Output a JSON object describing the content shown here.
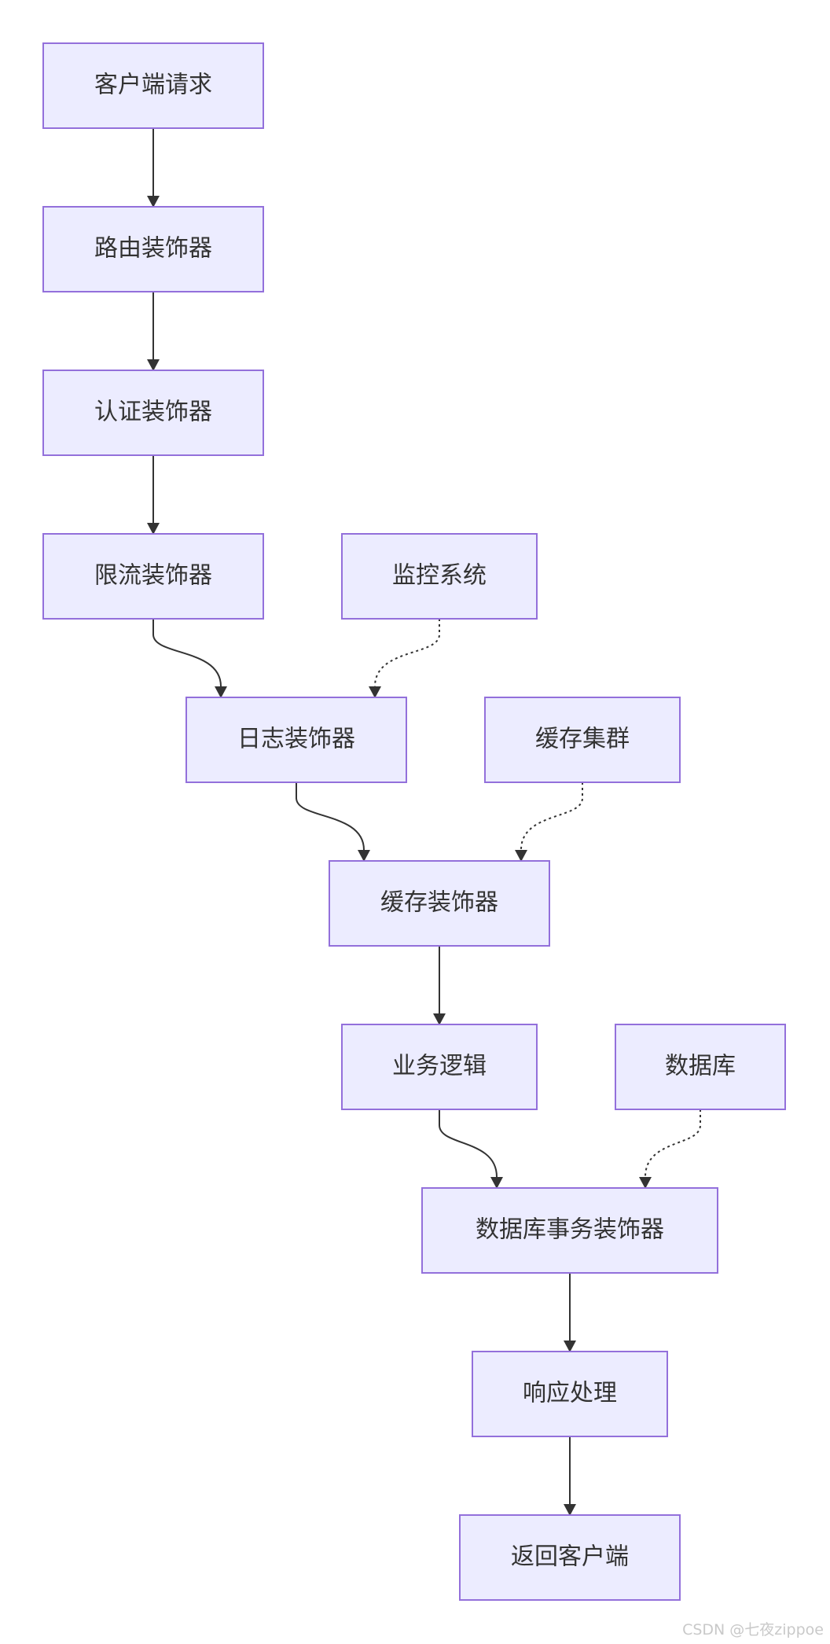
{
  "diagram": {
    "type": "flowchart",
    "nodes": [
      {
        "id": "client_request",
        "label": "客户端请求"
      },
      {
        "id": "routing_decorator",
        "label": "路由装饰器"
      },
      {
        "id": "auth_decorator",
        "label": "认证装饰器"
      },
      {
        "id": "rate_limit_decorator",
        "label": "限流装饰器"
      },
      {
        "id": "monitoring_system",
        "label": "监控系统"
      },
      {
        "id": "logging_decorator",
        "label": "日志装饰器"
      },
      {
        "id": "cache_cluster",
        "label": "缓存集群"
      },
      {
        "id": "cache_decorator",
        "label": "缓存装饰器"
      },
      {
        "id": "business_logic",
        "label": "业务逻辑"
      },
      {
        "id": "database",
        "label": "数据库"
      },
      {
        "id": "db_transaction_decorator",
        "label": "数据库事务装饰器"
      },
      {
        "id": "response_handling",
        "label": "响应处理"
      },
      {
        "id": "return_to_client",
        "label": "返回客户端"
      }
    ],
    "edges": [
      {
        "from": "client_request",
        "to": "routing_decorator",
        "style": "solid"
      },
      {
        "from": "routing_decorator",
        "to": "auth_decorator",
        "style": "solid"
      },
      {
        "from": "auth_decorator",
        "to": "rate_limit_decorator",
        "style": "solid"
      },
      {
        "from": "rate_limit_decorator",
        "to": "logging_decorator",
        "style": "solid"
      },
      {
        "from": "monitoring_system",
        "to": "logging_decorator",
        "style": "dotted"
      },
      {
        "from": "logging_decorator",
        "to": "cache_decorator",
        "style": "solid"
      },
      {
        "from": "cache_cluster",
        "to": "cache_decorator",
        "style": "dotted"
      },
      {
        "from": "cache_decorator",
        "to": "business_logic",
        "style": "solid"
      },
      {
        "from": "business_logic",
        "to": "db_transaction_decorator",
        "style": "solid"
      },
      {
        "from": "database",
        "to": "db_transaction_decorator",
        "style": "dotted"
      },
      {
        "from": "db_transaction_decorator",
        "to": "response_handling",
        "style": "solid"
      },
      {
        "from": "response_handling",
        "to": "return_to_client",
        "style": "solid"
      }
    ],
    "colors": {
      "node_fill": "#ececff",
      "node_stroke": "#9370db",
      "edge": "#333333",
      "text": "#333333"
    }
  },
  "watermark": "CSDN @七夜zippoe"
}
